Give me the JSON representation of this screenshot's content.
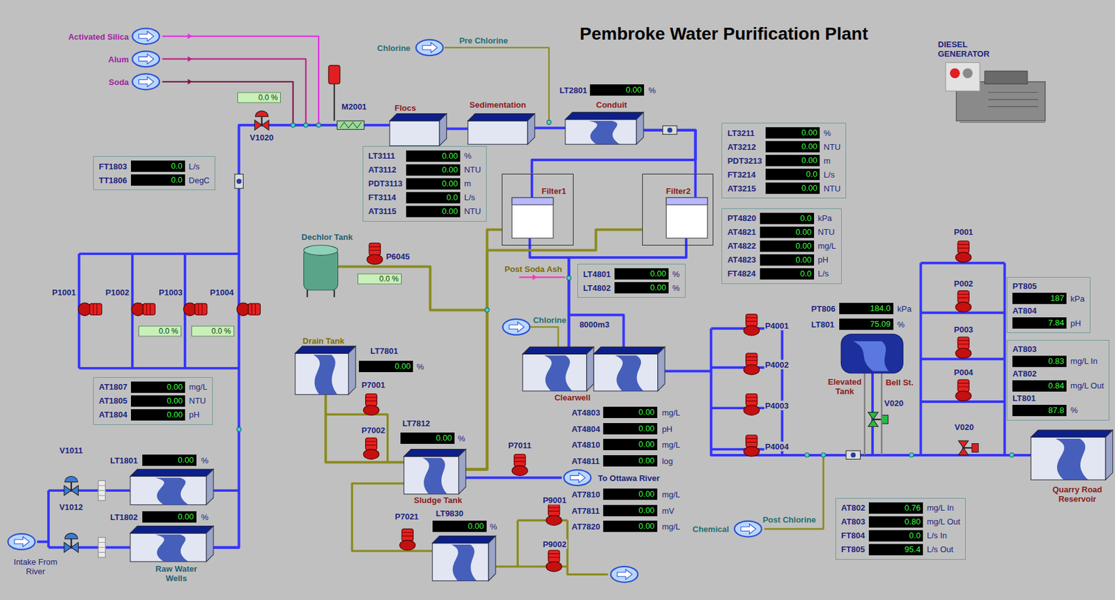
{
  "diagram": {
    "title": "Pembroke Water Purification Plant",
    "nodes": [
      {
        "text": [
          "Flocs"
        ]
      },
      {
        "text": [
          "Sedimentation"
        ]
      },
      {
        "text": [
          "Conduit"
        ]
      },
      {
        "text": [
          "DIESEL GENERATOR"
        ]
      },
      {
        "text": [
          "FT1803",
          "0.0",
          "L/s",
          "TT1806",
          "0.0",
          "DegC"
        ]
      },
      {
        "text": [
          "Filter1"
        ]
      },
      {
        "text": [
          "Filter2"
        ]
      },
      {
        "text": [
          "LT3111",
          "0.00",
          "%",
          "AT3112",
          "0.00",
          "NTU",
          "PDT3113",
          "0.00",
          "m",
          "FT3114",
          "0.0",
          "L/s",
          "AT3115",
          "0.00",
          "NTU"
        ]
      },
      {
        "text": [
          "LT3211",
          "0.00",
          "%",
          "AT3212",
          "0.00",
          "NTU",
          "PDT3213",
          "0.00",
          "m",
          "FT3214",
          "0.0",
          "L/s",
          "AT3215",
          "0.00",
          "NTU"
        ]
      },
      {
        "text": [
          "PT4820",
          "0.0",
          "kPa",
          "AT4821",
          "0.00",
          "NTU",
          "AT4822",
          "0.00",
          "mg/L",
          "AT4823",
          "0.00",
          "pH",
          "FT4824",
          "0.0",
          "L/s"
        ]
      },
      {
        "text": [
          "Dechlor Tank"
        ]
      },
      {
        "text": [
          "LT4801",
          "0.00",
          "%",
          "LT4802",
          "0.00",
          "%"
        ]
      },
      {
        "text": [
          "PT805",
          "187",
          "kPa",
          "AT804",
          "7.84",
          "pH"
        ]
      },
      {
        "text": [
          "Elevated Tank",
          "Bell St."
        ]
      },
      {
        "text": [
          "Drain Tank"
        ]
      },
      {
        "text": [
          "Clearwell"
        ]
      },
      {
        "text": [
          "AT803",
          "0.83",
          "mg/L In",
          "AT802",
          "0.84",
          "mg/L Out",
          "LT801",
          "87.8",
          "%"
        ]
      },
      {
        "text": [
          "AT1807",
          "0.00",
          "mg/L",
          "AT1805",
          "0.00",
          "NTU",
          "AT1804",
          "0.00",
          "pH"
        ]
      },
      {
        "text": [
          "Sludge Tank"
        ]
      },
      {
        "text": [
          "Quarry Road Reservoir"
        ]
      },
      {
        "text": [
          "AT802",
          "0.76",
          "mg/L In",
          "AT803",
          "0.80",
          "mg/L Out",
          "FT804",
          "0.0",
          "L/s In",
          "FT805",
          "95.4",
          "L/s Out"
        ]
      },
      {
        "text": [
          "Raw Water Wells"
        ]
      }
    ],
    "edges": [
      {
        "from": 21,
        "to": 0,
        "arrow": "none"
      },
      {
        "from": 0,
        "to": 1,
        "arrow": "none"
      },
      {
        "from": 1,
        "to": 2,
        "arrow": "none"
      },
      {
        "from": 2,
        "to": 5,
        "arrow": "none"
      },
      {
        "from": 2,
        "to": 6,
        "arrow": "none"
      },
      {
        "from": 5,
        "to": 15,
        "arrow": "none"
      },
      {
        "from": 6,
        "to": 15,
        "arrow": "none"
      },
      {
        "from": 15,
        "to": 19,
        "arrow": "none"
      },
      {
        "from": 13,
        "to": 19,
        "arrow": "none"
      },
      {
        "from": 14,
        "to": 18,
        "arrow": "none"
      },
      {
        "from": 5,
        "to": 18,
        "arrow": "none"
      },
      {
        "from": 6,
        "to": 18,
        "arrow": "none"
      },
      {
        "from": 10,
        "to": 18,
        "arrow": "none"
      }
    ],
    "labels": [
      "Activated Silica",
      "Alum",
      "Soda",
      "Chlorine",
      "Pre Chlorine",
      "0.0 %",
      "V1020",
      "M2001",
      "LT2801",
      "0.00",
      "%",
      "P1001",
      "P1002",
      "P1003",
      "P1004",
      "0.0 %",
      "0.0 %",
      "V1011",
      "LT1801",
      "0.00",
      "%",
      "V1012",
      "LT1802",
      "0.00",
      "%",
      "Intake From River",
      "P6045",
      "0.0 %",
      "Post Soda Ash",
      "Chlorine",
      "8000m3",
      "LT7801",
      "0.00",
      "%",
      "P7001",
      "P7002",
      "LT7812",
      "0.00",
      "%",
      "P7011",
      "To Ottawa River",
      "P7021",
      "LT9830",
      "0.00",
      "%",
      "P9001",
      "P9002",
      "AT4803",
      "0.00",
      "mg/L",
      "AT4804",
      "0.00",
      "pH",
      "AT4810",
      "0.00",
      "mg/L",
      "AT4811",
      "0.00",
      "log",
      "AT7810",
      "0.00",
      "mg/L",
      "AT7811",
      "0.00",
      "mV",
      "AT7820",
      "0.00",
      "mg/L",
      "P4001",
      "P4002",
      "P4003",
      "P4004",
      "PT806",
      "184.0",
      "kPa",
      "LT801",
      "75.09",
      "%",
      "V020",
      "Chemical",
      "Post Chlorine",
      "P001",
      "P002",
      "P003",
      "P004",
      "V020"
    ]
  }
}
